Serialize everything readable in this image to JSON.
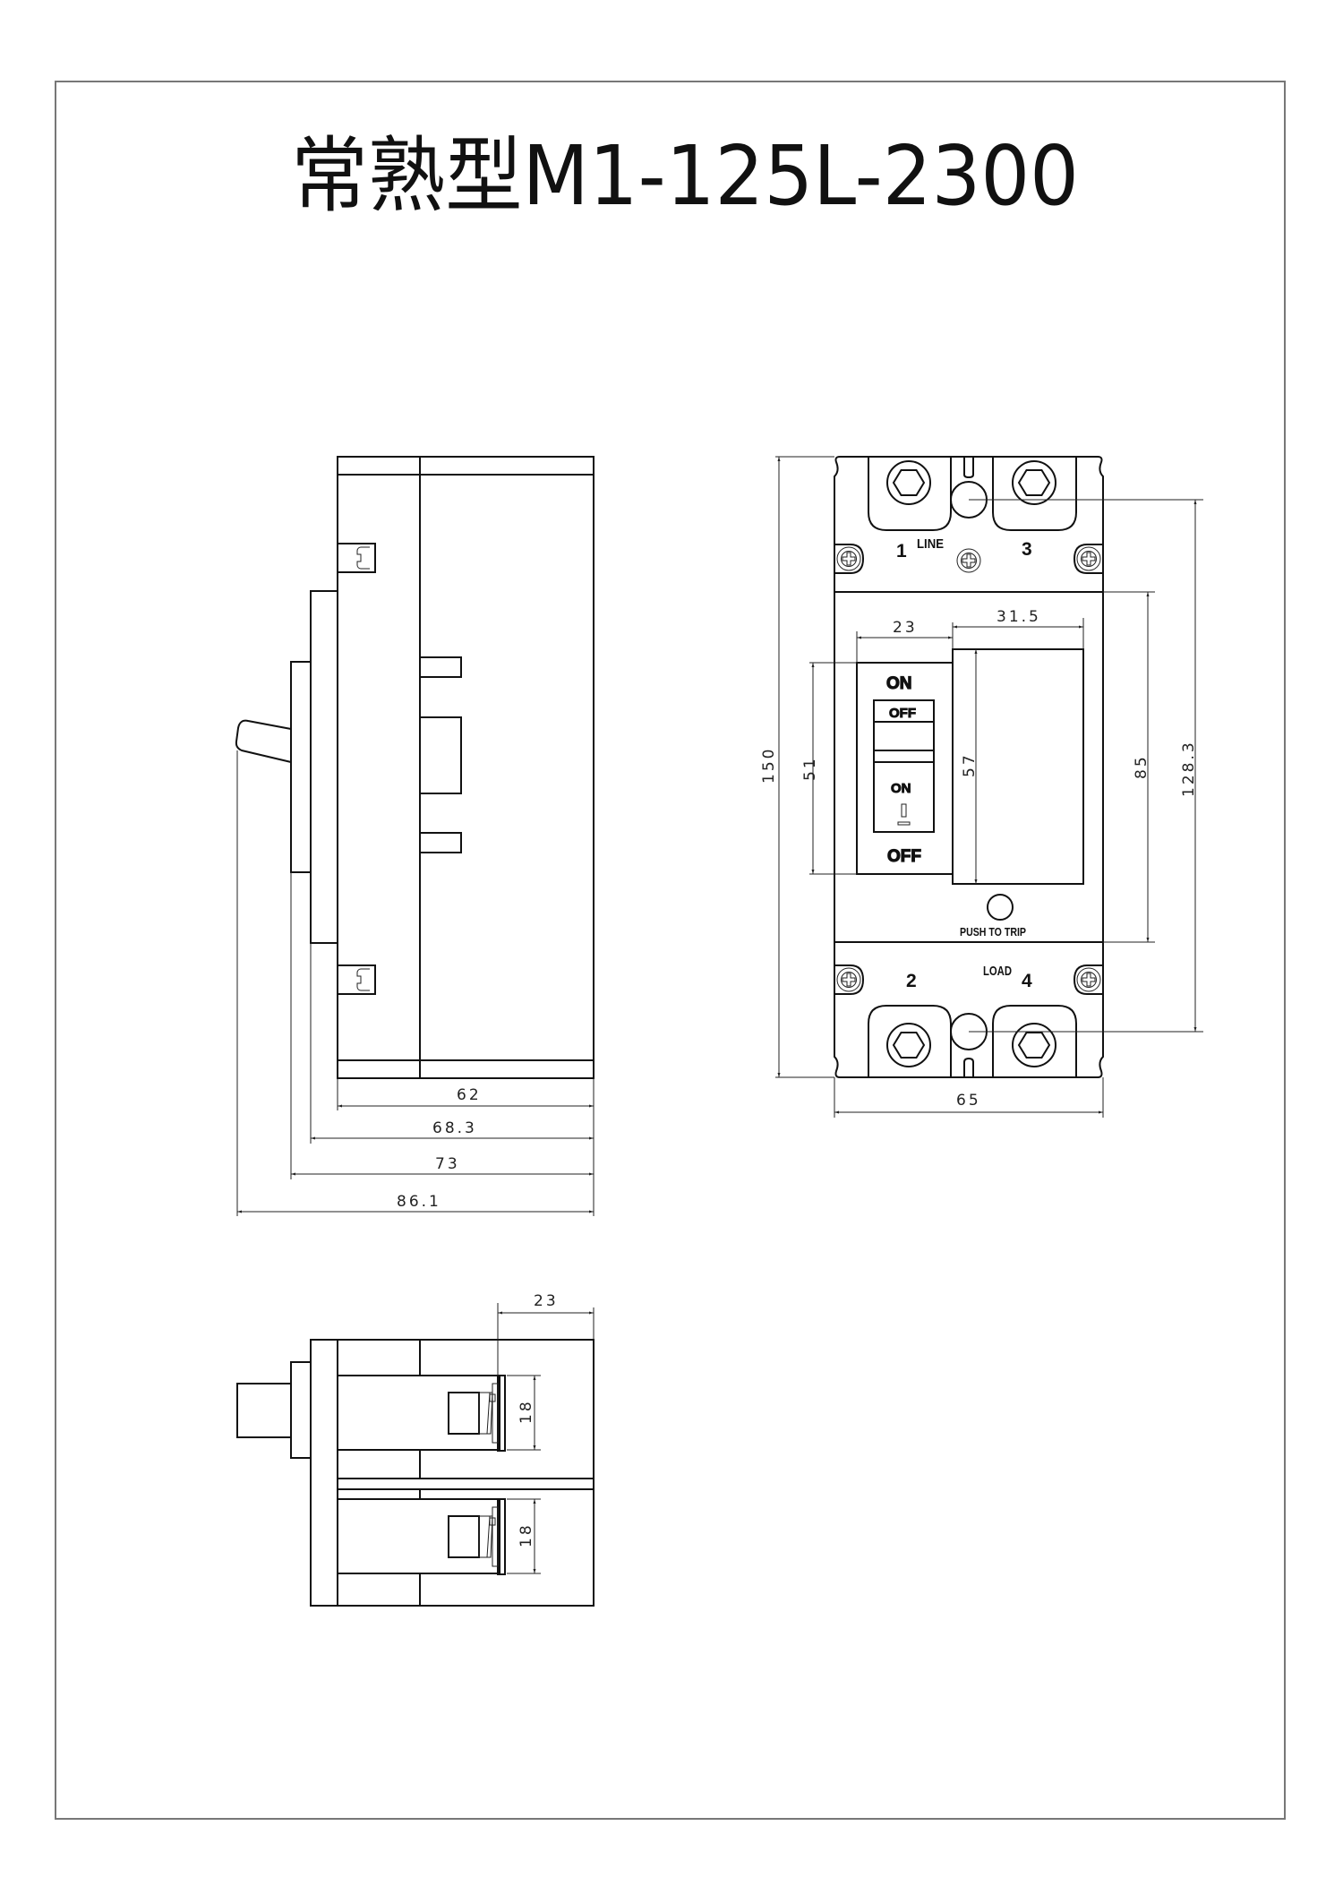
{
  "drawing": {
    "title": "常熟型M1-125L-2300",
    "border_color": "#777777",
    "line_color": "#111111"
  },
  "side_view": {
    "dimensions": {
      "body_depth": "62",
      "depth_to_cover": "68.3",
      "depth_to_escutcheon": "73",
      "overall_depth_with_handle": "86.1"
    }
  },
  "front_view": {
    "labels": {
      "line": "LINE",
      "load": "LOAD",
      "terminal_1": "1",
      "terminal_2": "2",
      "terminal_3": "3",
      "terminal_4": "4",
      "switch_on_top": "ON",
      "switch_off_top": "OFF",
      "switch_on_mid": "ON",
      "switch_symbol": "I",
      "switch_off_bottom": "OFF",
      "push_to_trip": "PUSH TO TRIP"
    },
    "dimensions": {
      "overall_height": "150",
      "overall_width": "65",
      "handle_window_width": "23",
      "cover_width": "31.5",
      "handle_window_height": "51",
      "cover_height": "57",
      "middle_section_height": "85",
      "mounting_hole_pitch": "128.3"
    }
  },
  "bottom_view": {
    "dimensions": {
      "terminal_offset": "23",
      "terminal_height_upper": "18",
      "terminal_height_lower": "18"
    }
  }
}
